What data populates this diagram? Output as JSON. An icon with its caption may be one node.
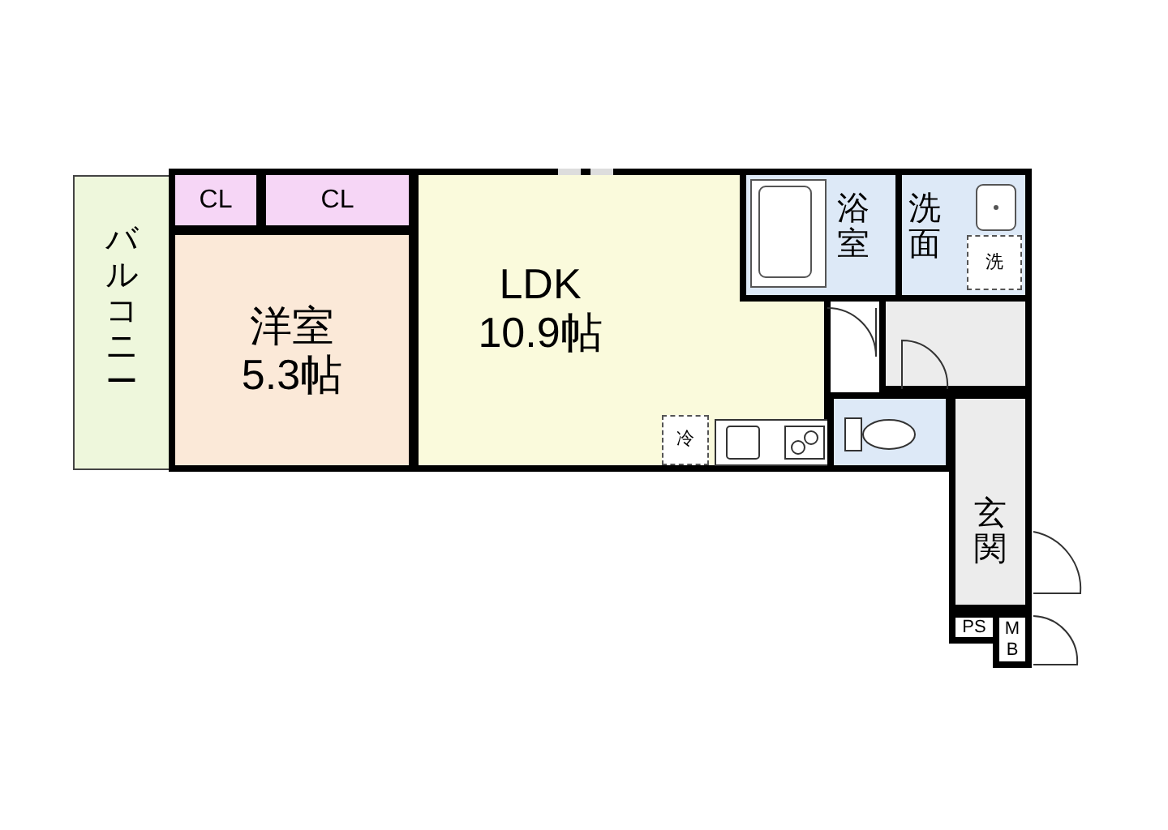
{
  "diagram": {
    "nodes": [
      {
        "text": [
          "バルコニー"
        ]
      },
      {
        "text": [
          "CL"
        ]
      },
      {
        "text": [
          "CL"
        ]
      },
      {
        "text": [
          "洋室",
          "5.3帖"
        ]
      },
      {
        "text": [
          "LDK",
          "10.9帖"
        ]
      },
      {
        "text": [
          "浴室"
        ]
      },
      {
        "text": [
          "洗面"
        ]
      },
      {
        "text": [
          "洗"
        ],
        "in": 6
      },
      {
        "text": [
          "冷"
        ],
        "in": 4
      },
      {
        "text": [],
        "shape": "box"
      },
      {
        "text": [],
        "shape": "box"
      },
      {
        "text": [
          "玄関"
        ]
      },
      {
        "text": [
          "PS"
        ]
      },
      {
        "text": [
          "MB"
        ]
      }
    ]
  }
}
